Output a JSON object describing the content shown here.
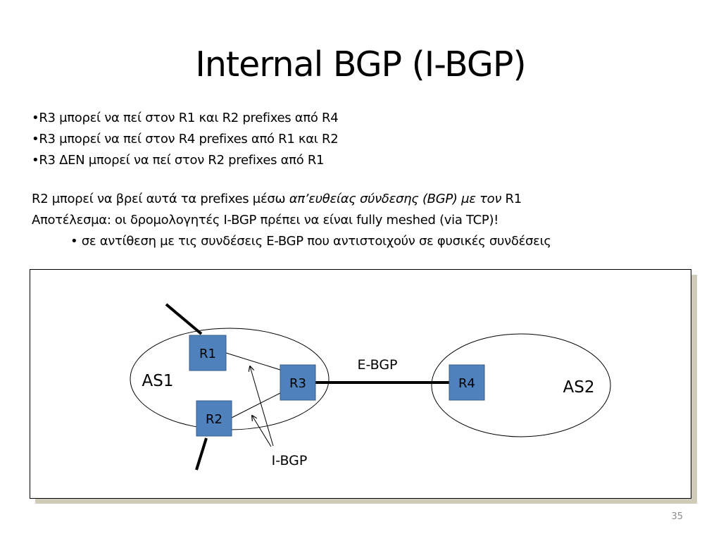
{
  "slide": {
    "title": "Internal BGP (I-BGP)",
    "bullets": [
      "•R3 μπορεί να πεί στον R1 και R2 prefixes από R4",
      "•R3 μπορεί να πεί στον R4 prefixes από R1 και R2",
      "•R3 ΔΕΝ μπορεί να πεί στον R2 prefixes από  R1"
    ],
    "note": {
      "before": "R2  μπορεί να  βρεί αυτά τα prefixes μέσω ",
      "italic": "απ’ευθείας σύνδεσης (BGP)  με τον",
      "after": " R1"
    },
    "result": "Αποτέλεσμα:  οι δρομολογητές I-BGP πρέπει να είναι fully meshed (via TCP)!",
    "sub_bullet": "• σε αντίθεση με τις συνδέσεις E-BGP που αντιστοιχούν  σε φυσικές συνδέσεις",
    "page_number": "35"
  },
  "diagram": {
    "routers": {
      "r1": "R1",
      "r2": "R2",
      "r3": "R3",
      "r4": "R4"
    },
    "as_labels": {
      "as1": "AS1",
      "as2": "AS2"
    },
    "links": {
      "ebgp": "E-BGP",
      "ibgp": "I-BGP"
    },
    "colors": {
      "router_fill": "#4f81bd",
      "router_stroke": "#385d8a",
      "shadow": "#cfcbb9"
    }
  }
}
